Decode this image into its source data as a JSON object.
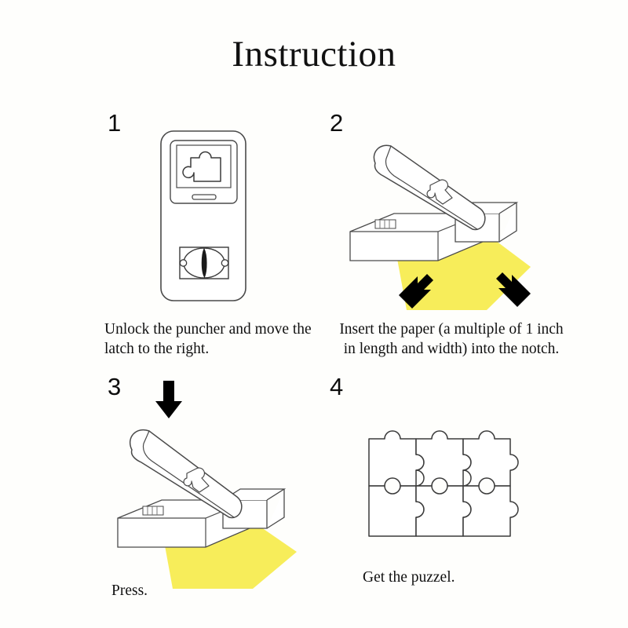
{
  "page": {
    "title": "Instruction",
    "background_color": "#fefefc",
    "ink_color": "#111111",
    "paper_color": "#f7ed5a",
    "arrow_color": "#000000"
  },
  "steps": [
    {
      "number": "1",
      "caption_line1": "Unlock the puncher and move the",
      "caption_line2": "latch to the right.",
      "illustration": "puncher-top-view-with-latch"
    },
    {
      "number": "2",
      "caption_line1": "Insert the paper (a multiple of 1 inch",
      "caption_line2": "in length and width) into the notch.",
      "illustration": "puncher-open-with-paper-and-two-arrows"
    },
    {
      "number": "3",
      "caption_line1": "Press.",
      "caption_line2": "",
      "illustration": "puncher-open-with-paper-and-down-arrow"
    },
    {
      "number": "4",
      "caption_line1": "Get the puzzel.",
      "caption_line2": "",
      "illustration": "puzzle-grid-3x2"
    }
  ]
}
